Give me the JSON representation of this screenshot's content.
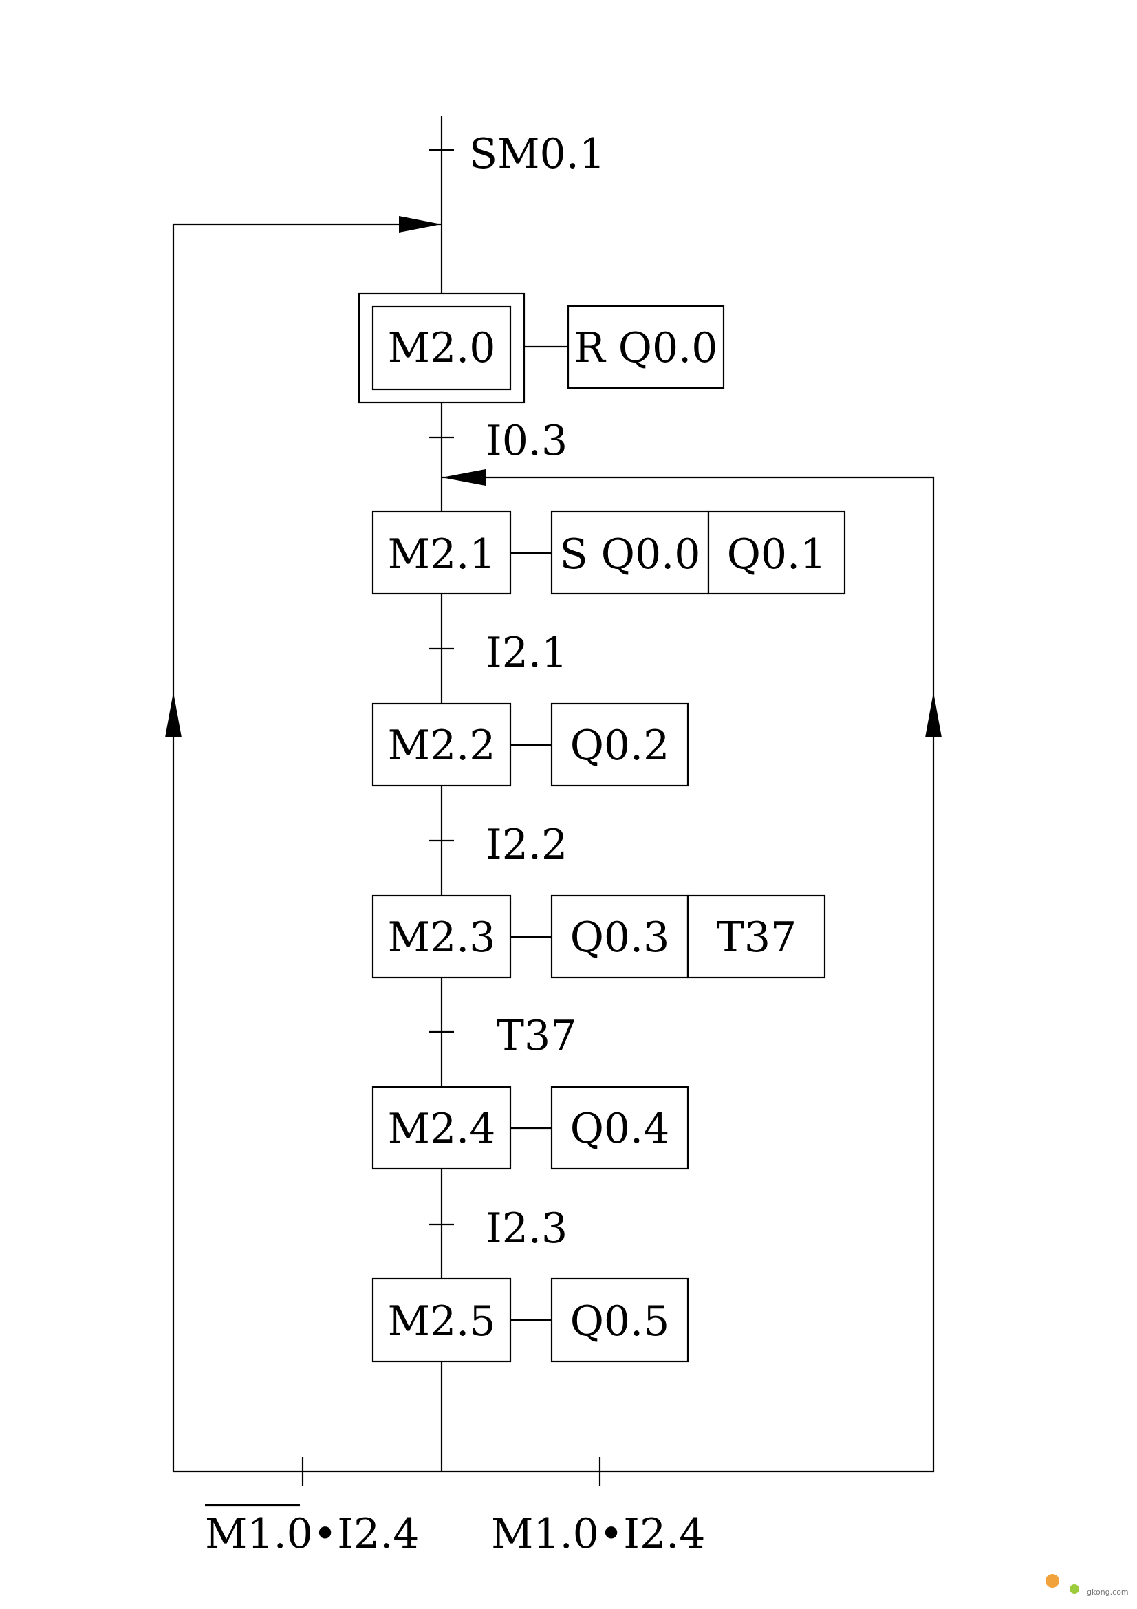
{
  "sfc": {
    "init_condition": "SM0.1",
    "steps": {
      "m20": "M2.0",
      "m21": "M2.1",
      "m22": "M2.2",
      "m23": "M2.3",
      "m24": "M2.4",
      "m25": "M2.5"
    },
    "actions": {
      "r_q00": "R Q0.0",
      "s_q00": "S Q0.0",
      "q01": "Q0.1",
      "q02": "Q0.2",
      "q03": "Q0.3",
      "t37": "T37",
      "q04": "Q0.4",
      "q05": "Q0.5"
    },
    "transitions": {
      "t1": "I0.3",
      "t2": "I2.1",
      "t3": "I2.2",
      "t4": "T37",
      "t5": "I2.3"
    },
    "branch_conditions": {
      "left": "M1.0•I2.4",
      "right": "M1.0•I2.4"
    }
  },
  "watermark": "gkong.com"
}
